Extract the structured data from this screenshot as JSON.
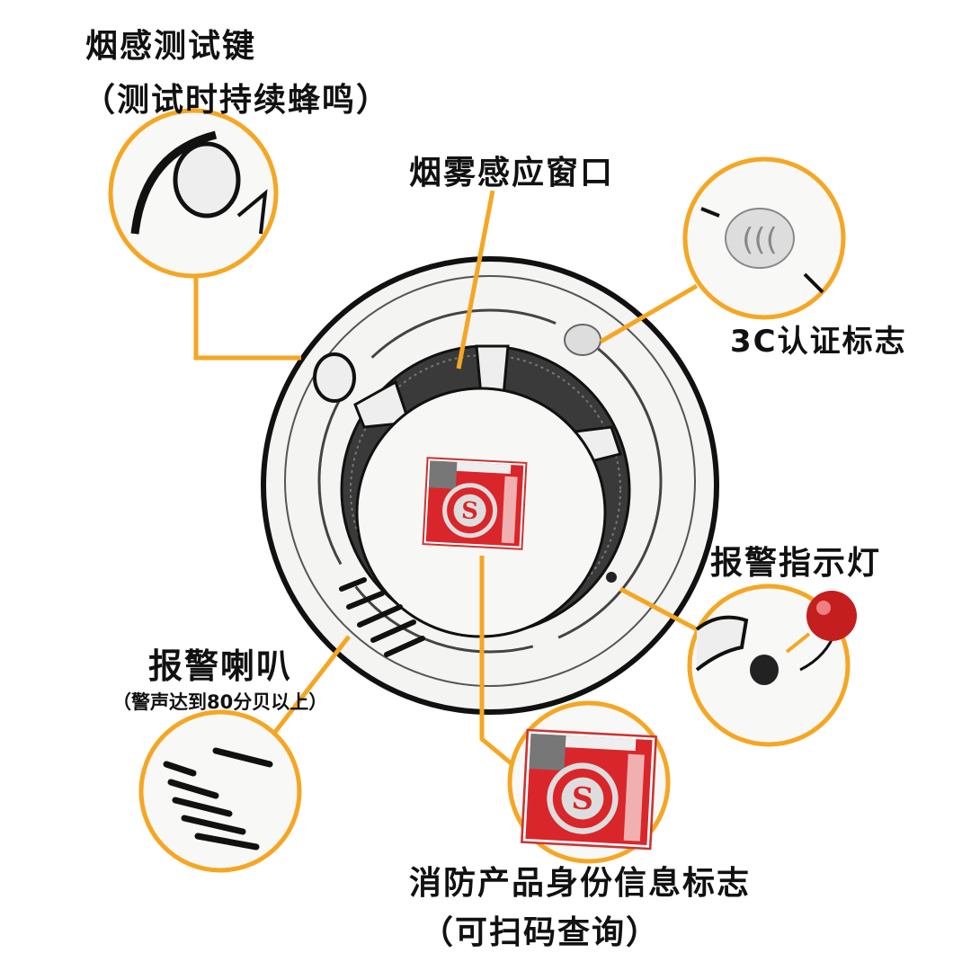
{
  "colors": {
    "callout": "#F5A623",
    "sticker_red": "#D9262B",
    "indicator_red": "#C41E1E"
  },
  "labels": {
    "test_button": {
      "title": "烟感测试键",
      "note": "（测试时持续蜂鸣）"
    },
    "smoke_window": {
      "title": "烟雾感应窗口"
    },
    "cert_mark": {
      "title": "3C认证标志"
    },
    "indicator_light": {
      "title": "报警指示灯"
    },
    "speaker": {
      "title": "报警喇叭",
      "note": "（警声达到80分贝以上）"
    },
    "product_id": {
      "title": "消防产品身份信息标志",
      "note": "（可扫码查询）"
    }
  },
  "sticker": {
    "logo_letter": "S"
  }
}
